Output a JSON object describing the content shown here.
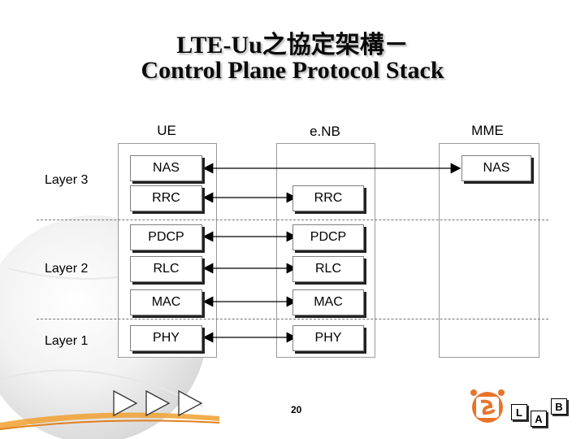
{
  "title": {
    "line1": "LTE-Uu之協定架構－",
    "line2": "Control Plane Protocol Stack"
  },
  "columns": {
    "ue": "UE",
    "enb": "e.NB",
    "mme": "MME"
  },
  "layers": {
    "layer3": "Layer 3",
    "layer2": "Layer 2",
    "layer1": "Layer 1"
  },
  "ue_stack": [
    "NAS",
    "RRC",
    "PDCP",
    "RLC",
    "MAC",
    "PHY"
  ],
  "enb_stack": [
    "RRC",
    "PDCP",
    "RLC",
    "MAC",
    "PHY"
  ],
  "mme_stack": [
    "NAS"
  ],
  "page_number": "20",
  "footer_keys": [
    "L",
    "A",
    "B"
  ],
  "colors": {
    "logo_orange": "#e8742c",
    "ribbon_orange": "#f0a030"
  }
}
